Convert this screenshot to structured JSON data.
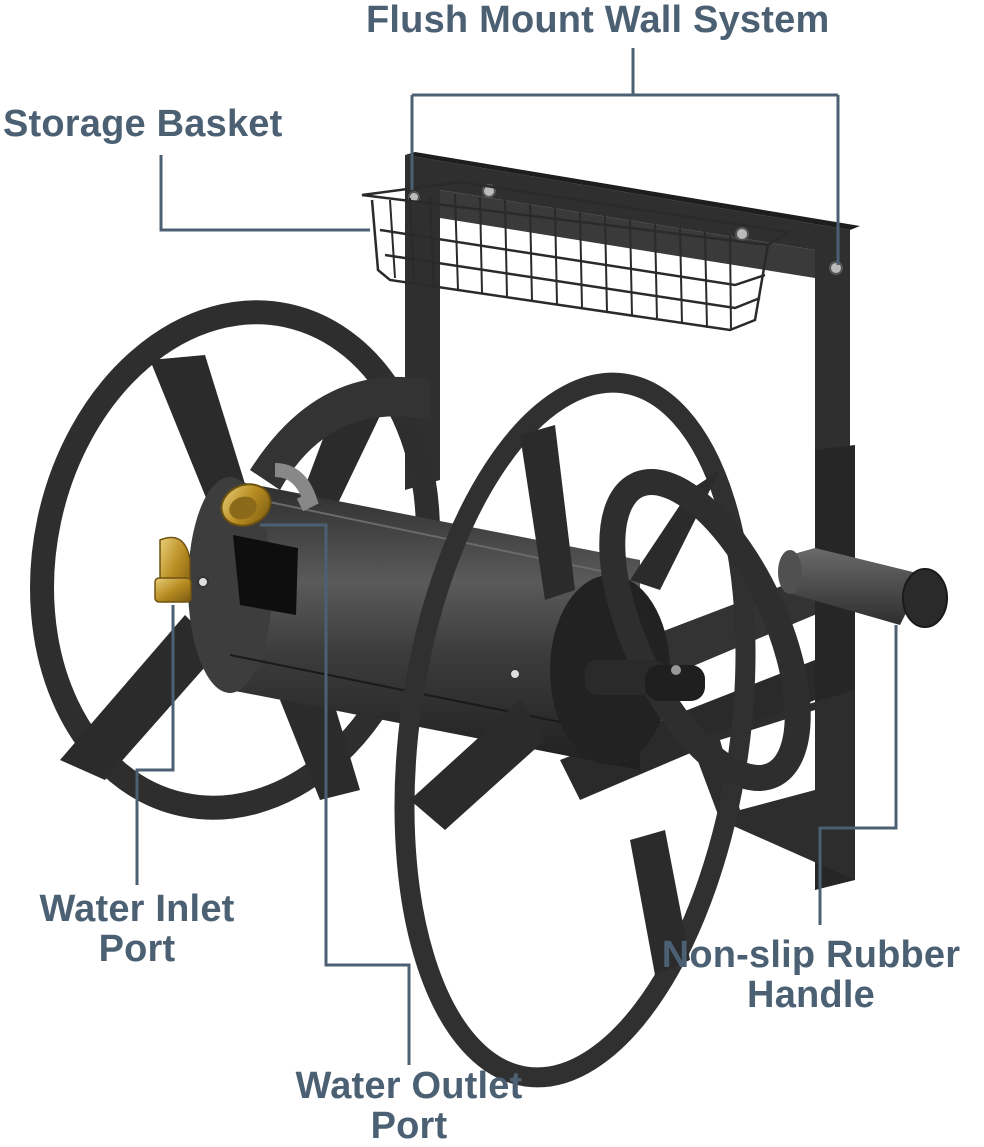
{
  "diagram": {
    "subject": "Wall-mounted hose reel",
    "colors": {
      "label_text": "#4c6073",
      "leader_line": "#4c6073",
      "metal_dark": "#2b2b2b",
      "metal_mid": "#3a3a3a",
      "metal_light": "#555555",
      "brass": "#c9a23a",
      "background": "#ffffff"
    },
    "callouts": [
      {
        "id": "flush-mount",
        "lines": [
          "Flush Mount Wall System"
        ]
      },
      {
        "id": "storage-basket",
        "lines": [
          "Storage Basket"
        ]
      },
      {
        "id": "water-inlet",
        "lines": [
          "Water Inlet",
          "Port"
        ]
      },
      {
        "id": "water-outlet",
        "lines": [
          "Water Outlet",
          "Port"
        ]
      },
      {
        "id": "rubber-handle",
        "lines": [
          "Non-slip Rubber",
          "Handle"
        ]
      }
    ]
  }
}
